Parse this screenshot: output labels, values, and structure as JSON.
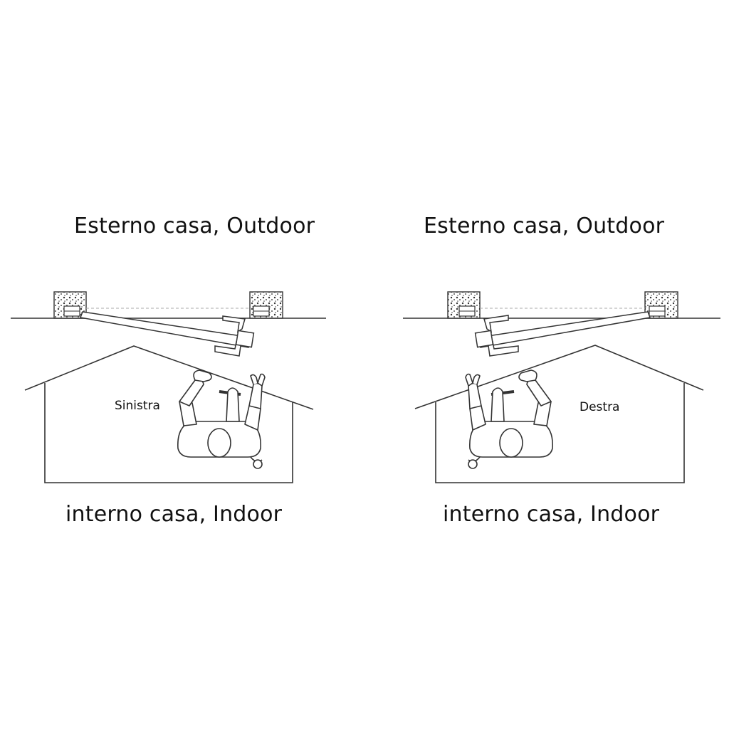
{
  "left": {
    "outdoor_label": "Esterno casa, Outdoor",
    "indoor_label": "interno casa, Indoor",
    "side_label": "Sinistra"
  },
  "right": {
    "outdoor_label": "Esterno casa, Outdoor",
    "indoor_label": "interno casa, Indoor",
    "side_label": "Destra"
  }
}
